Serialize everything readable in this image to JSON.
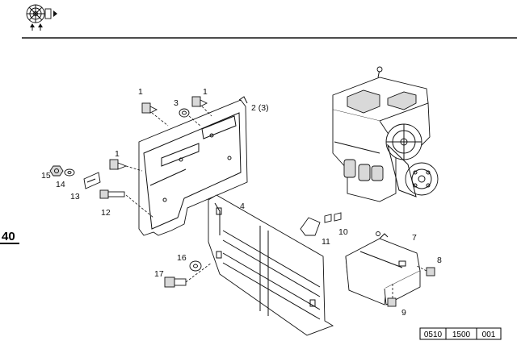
{
  "header": {
    "icon": "engine-fan-icon"
  },
  "section_number": "40",
  "reference_code": [
    "0510",
    "1500",
    "001"
  ],
  "callouts": {
    "c1a": "1",
    "c1b": "1",
    "c1c": "1",
    "c3": "3",
    "c2": "2 (3)",
    "c4": "4",
    "c7": "7",
    "c8": "8",
    "c9": "9",
    "c10": "10",
    "c11": "11",
    "c12": "12",
    "c13": "13",
    "c14": "14",
    "c15": "15",
    "c16": "16",
    "c17": "17"
  }
}
